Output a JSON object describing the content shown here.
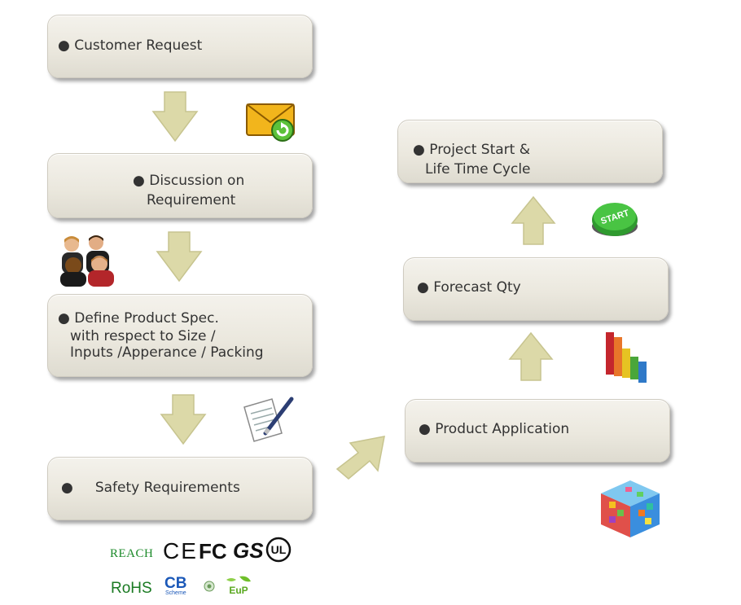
{
  "steps": {
    "customer_request": "● Customer Request",
    "discussion_line1": "● Discussion on",
    "discussion_line2": "Requirement",
    "define_line1": "● Define Product Spec.",
    "define_line2": "with respect to Size /",
    "define_line3": "Inputs /Apperance / Packing",
    "safety": "●     Safety Requirements",
    "product_application": "● Product Application",
    "forecast": "● Forecast Qty",
    "project_line1": "● Project Start &",
    "project_line2": "Life Time Cycle"
  },
  "icons": {
    "start_button_label": "START"
  },
  "certifications": {
    "row1": [
      "REACH",
      "CE",
      "FC",
      "GS",
      "UL"
    ],
    "row2": [
      "RoHS",
      "CB",
      "Scheme",
      "EuP"
    ]
  },
  "colors": {
    "arrow_fill": "#dcd9a8",
    "box_fill": "#ece9df",
    "reach_green": "#1c8a2a",
    "rohs_green": "#1a7a22",
    "cb_blue": "#1b58b8",
    "eup_green": "#6fbf2a"
  }
}
